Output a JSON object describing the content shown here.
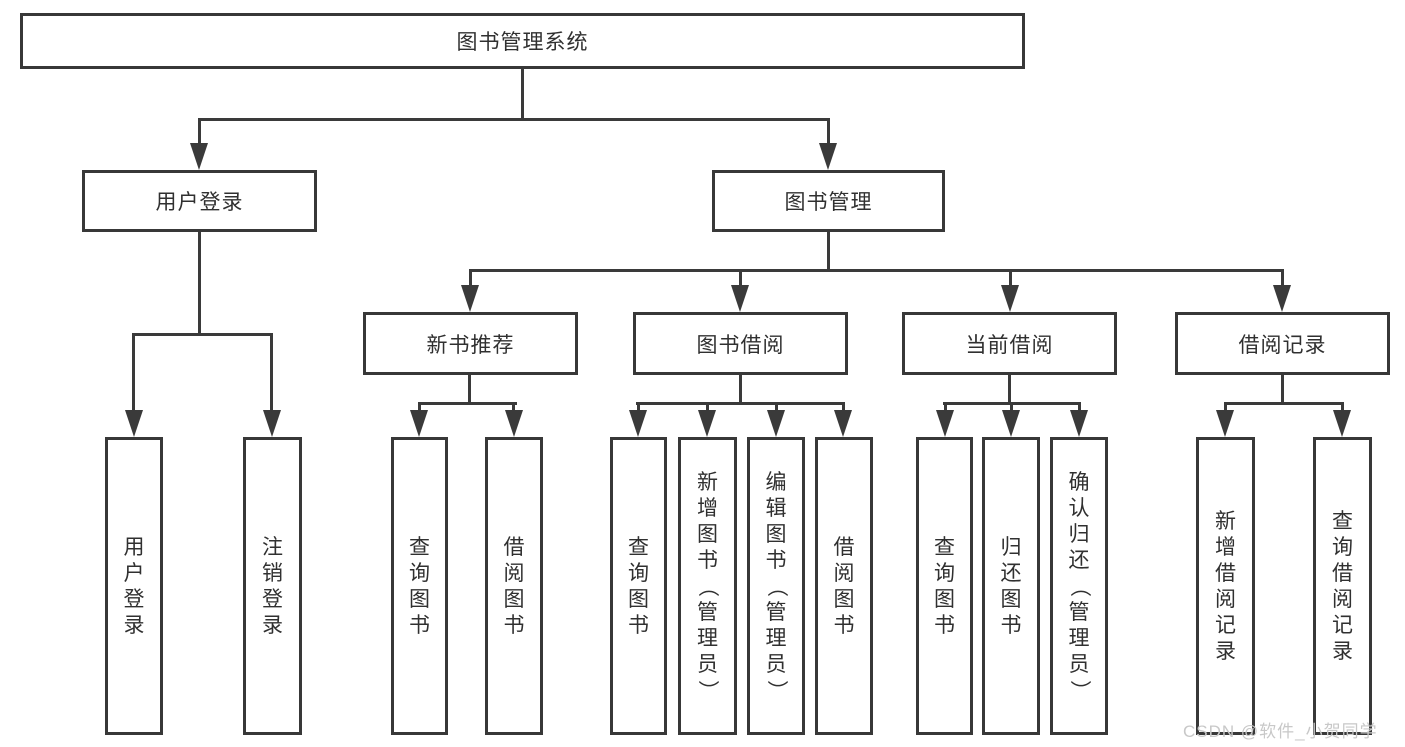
{
  "diagram": {
    "title": "图书管理系统",
    "level2": {
      "user_login": "用户登录",
      "book_mgmt": "图书管理"
    },
    "level3": {
      "new_book": "新书推荐",
      "book_borrow": "图书借阅",
      "current_borrow": "当前借阅",
      "borrow_record": "借阅记录"
    },
    "leaves": {
      "user_login": "用户登录",
      "logout": "注销登录",
      "query_books_a": "查询图书",
      "borrow_books_a": "借阅图书",
      "query_books_b": "查询图书",
      "add_book_admin": "新增图书（管理员）",
      "edit_book_admin": "编辑图书（管理员）",
      "borrow_books_b": "借阅图书",
      "query_books_c": "查询图书",
      "return_book": "归还图书",
      "confirm_return_admin": "确认归还（管理员）",
      "add_borrow_record": "新增借阅记录",
      "query_borrow_record": "查询借阅记录"
    },
    "watermark": "CSDN @软件_小贺同学",
    "colors": {
      "line": "#3a3a3a",
      "border": "#383838",
      "text": "#303030",
      "watermark": "#c8c8c8"
    }
  }
}
